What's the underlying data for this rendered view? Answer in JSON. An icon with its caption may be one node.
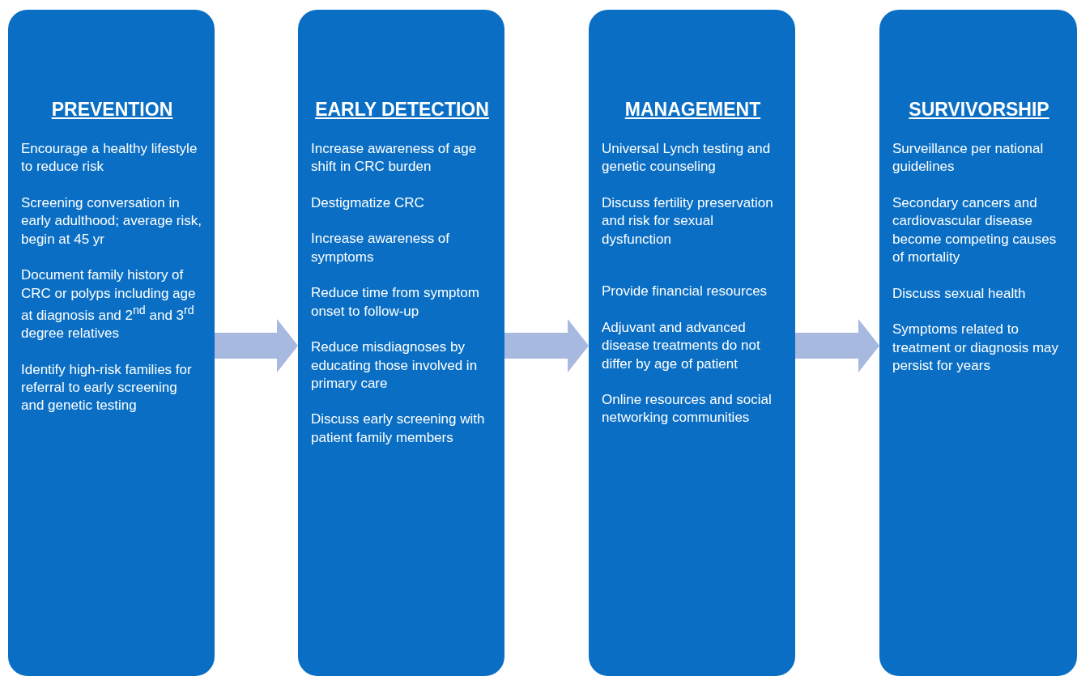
{
  "diagram": {
    "nodes": [
      {
        "text": [
          "PREVENTION",
          "Encourage a healthy lifestyle to reduce risk",
          "Screening conversation in early adulthood; average risk, begin at 45 yr",
          "Document family history of CRC or polyps including age at diagnosis and 2$^{nd}$ and 3$^{rd}$ degree relatives",
          "Identify high-risk families for referral to early screening and genetic testing"
        ]
      },
      {
        "text": [
          "EARLY DETECTION",
          "Increase awareness of age shift in CRC burden",
          "Destigmatize CRC",
          "Increase awareness of symptoms",
          "Reduce time from symptom onset to follow-up",
          "Reduce misdiagnoses by educating those involved in primary care",
          "Discuss early screening with patient family members"
        ]
      },
      {
        "text": [
          "MANAGEMENT",
          "Universal Lynch testing and genetic counseling",
          "Discuss fertility preservation and risk for sexual dysfunction",
          "Provide financial resources",
          "Adjuvant and advanced disease treatments do not differ by age of patient",
          "Online resources and social networking communities"
        ]
      },
      {
        "text": [
          "SURVIVORSHIP",
          "Surveillance per national guidelines",
          "Secondary cancers and cardiovascular disease become competing causes of mortality",
          "Discuss sexual health",
          "Symptoms related to treatment or diagnosis may persist for years"
        ]
      }
    ],
    "edges": [
      {
        "from": 0,
        "to": 1,
        "arrow": "to"
      },
      {
        "from": 1,
        "to": 2,
        "arrow": "to"
      },
      {
        "from": 2,
        "to": 3,
        "arrow": "to"
      }
    ]
  }
}
